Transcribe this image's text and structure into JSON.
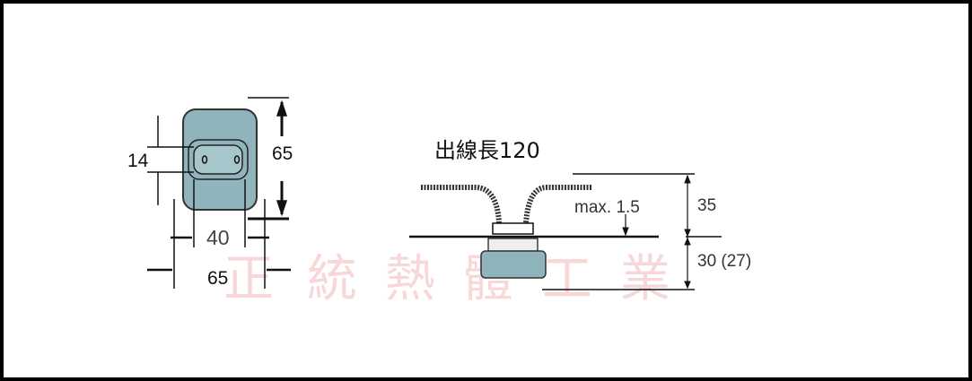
{
  "front_view": {
    "dim_slot_height": "14",
    "dim_height": "65",
    "dim_inner_width": "40",
    "dim_outer_width": "65"
  },
  "side_view": {
    "lead_length_label": "出線長120",
    "dim_max_panel": "max. 1.5",
    "dim_above": "35",
    "dim_below": "30 (27)"
  },
  "watermark": [
    "正",
    "統",
    "熱",
    "體",
    "工",
    "業"
  ],
  "colors": {
    "body": "#8fb4bb",
    "line": "#111111",
    "watermark": "#f2b8b8"
  }
}
